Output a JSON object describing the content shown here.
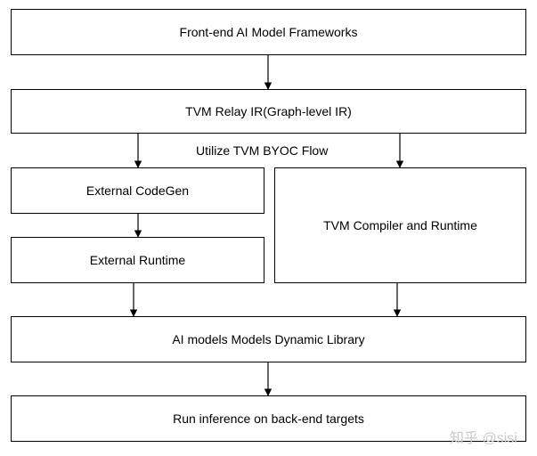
{
  "diagram": {
    "boxes": {
      "frontend": "Front-end AI Model Frameworks",
      "relay": "TVM Relay IR(Graph-level IR)",
      "external_codegen": "External CodeGen",
      "external_runtime": "External Runtime",
      "tvm_compiler": "TVM Compiler and Runtime",
      "dynamic_library": "AI models Models Dynamic Library",
      "inference": "Run inference on back-end targets"
    },
    "flow_label": "Utilize TVM BYOC Flow"
  },
  "watermark": "知乎 @sisi"
}
